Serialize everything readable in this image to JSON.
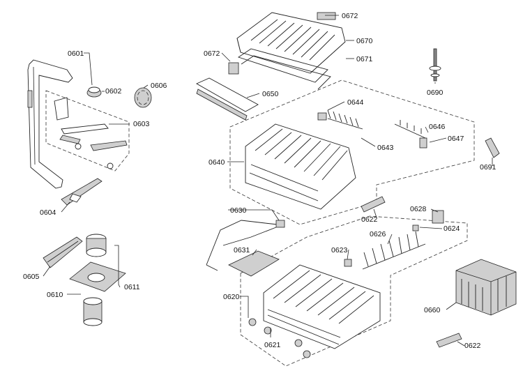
{
  "labels": {
    "p0601": "0601",
    "p0602": "0602",
    "p0603": "0603",
    "p0604": "0604",
    "p0605": "0605",
    "p0606": "0606",
    "p0610": "0610",
    "p0611": "0611",
    "p0620": "0620",
    "p0621": "0621",
    "p0622a": "0622",
    "p0622b": "0622",
    "p0623": "0623",
    "p0624": "0624",
    "p0626": "0626",
    "p0628": "0628",
    "p0630": "0630",
    "p0631": "0631",
    "p0640": "0640",
    "p0643": "0643",
    "p0644": "0644",
    "p0646": "0646",
    "p0647": "0647",
    "p0650": "0650",
    "p0660": "0660",
    "p0670": "0670",
    "p0671": "0671",
    "p0672a": "0672",
    "p0672b": "0672",
    "p0690": "0690",
    "p0691": "0691"
  }
}
